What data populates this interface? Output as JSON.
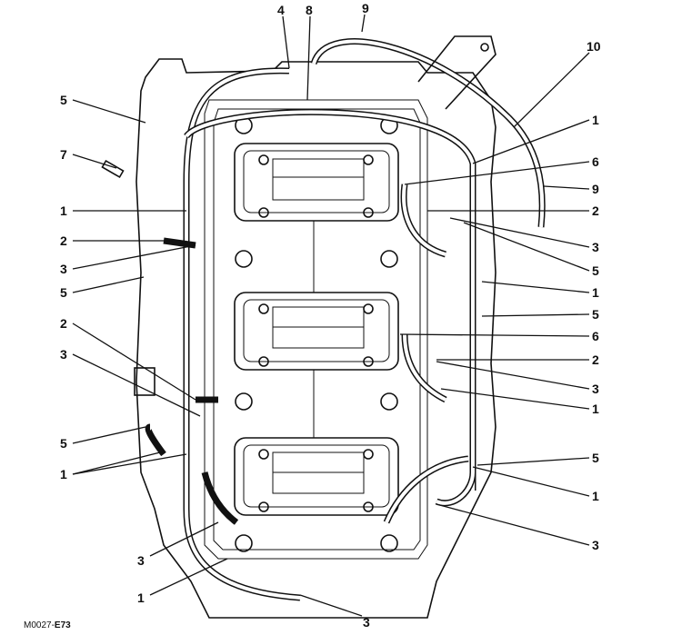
{
  "caption": {
    "prefix": "M0027-",
    "suffix": "E73"
  },
  "callouts_top": [
    "4",
    "8",
    "9",
    "10"
  ],
  "callouts_left": [
    "5",
    "7",
    "1",
    "2",
    "3",
    "5",
    "2",
    "3",
    "5",
    "1",
    "3",
    "1"
  ],
  "callouts_bottom": [
    "3"
  ],
  "callouts_right": [
    "1",
    "6",
    "9",
    "2",
    "3",
    "5",
    "1",
    "5",
    "6",
    "2",
    "3",
    "1",
    "5",
    "1",
    "3"
  ]
}
